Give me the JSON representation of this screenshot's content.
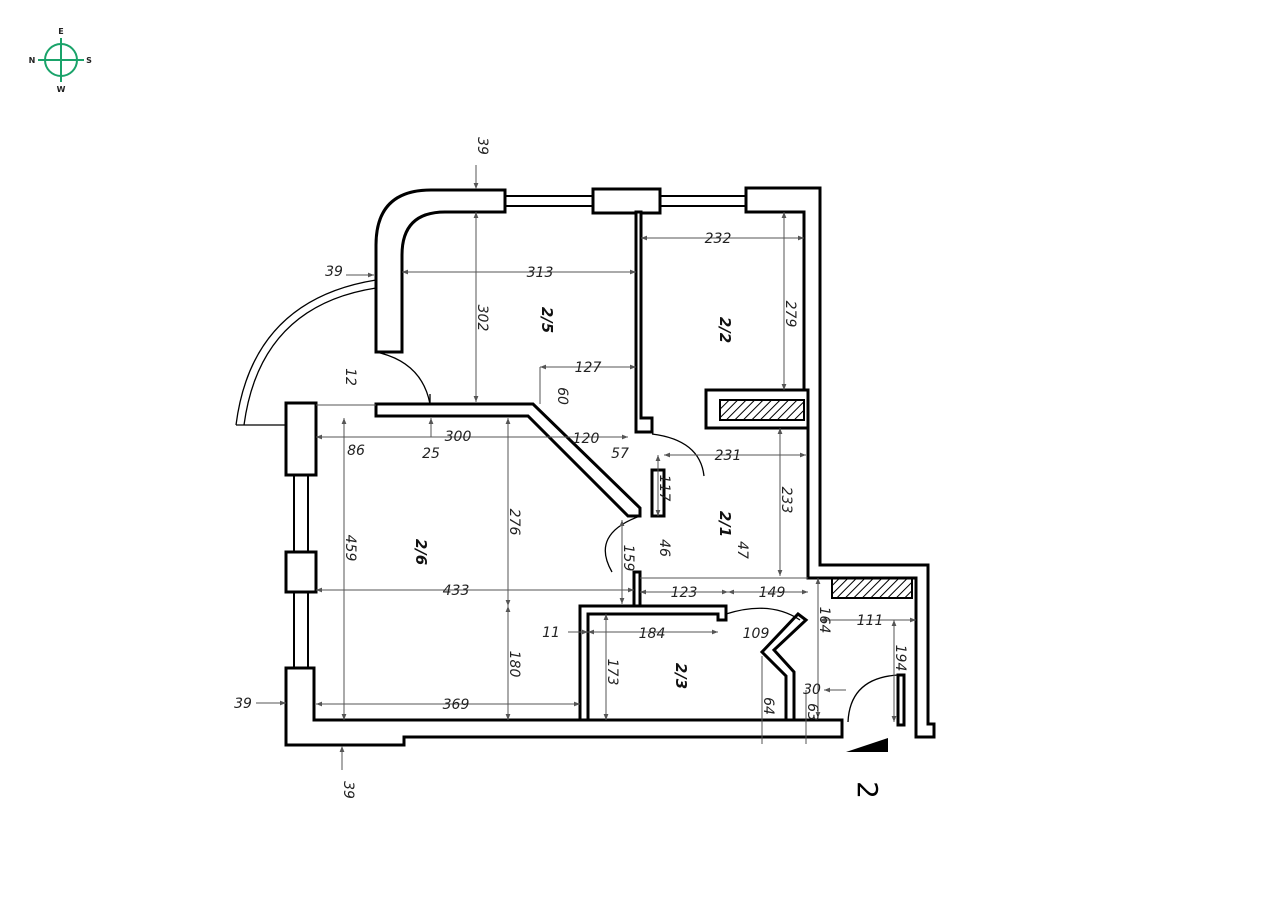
{
  "compass": {
    "north": "N",
    "south": "S",
    "east": "E",
    "west": "W",
    "accent": "#1aa36a"
  },
  "rooms": {
    "r215": "2/5",
    "r212": "2/2",
    "r216": "2/6",
    "r211": "2/1",
    "r213": "2/3"
  },
  "dims": {
    "d39_top": "39",
    "d39_left": "39",
    "d39_bl": "39",
    "d39_bottom": "39",
    "d313": "313",
    "d302": "302",
    "d232": "232",
    "d279": "279",
    "d127": "127",
    "d60": "60",
    "d12": "12",
    "d86": "86",
    "d25": "25",
    "d300": "300",
    "d120": "120",
    "d57": "57",
    "d231": "231",
    "d117": "117",
    "d276": "276",
    "d459": "459",
    "d233": "233",
    "d159": "159",
    "d46": "46",
    "d47": "47",
    "d433": "433",
    "d123": "123",
    "d149": "149",
    "d111": "111",
    "d11": "11",
    "d184": "184",
    "d109": "109",
    "d164": "164",
    "d194": "194",
    "d180": "180",
    "d173": "173",
    "d30": "30",
    "d369": "369",
    "d64": "64",
    "d63": "63"
  },
  "entrance_label": "2"
}
